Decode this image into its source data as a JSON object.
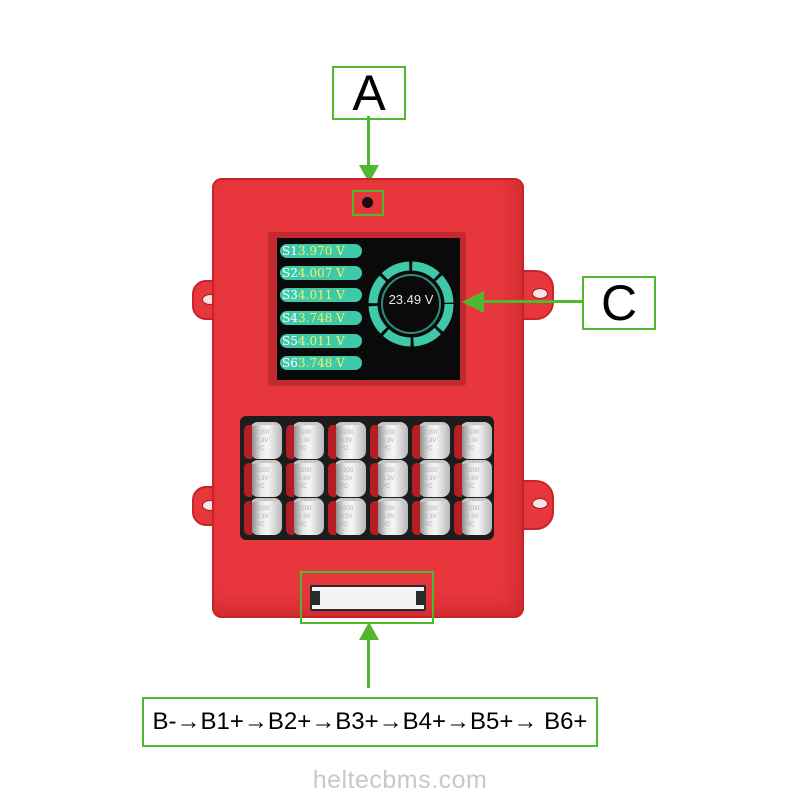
{
  "labels": {
    "a": "A",
    "c": "C",
    "connector_sequence": "B-→B1+→B2+→B3+→B4+→B5+→ B6+"
  },
  "screen": {
    "cells": [
      {
        "name": "S1",
        "voltage": "3.970  V"
      },
      {
        "name": "S2",
        "voltage": "4.007  V"
      },
      {
        "name": "S3",
        "voltage": "4.011  V"
      },
      {
        "name": "S4",
        "voltage": "3.748  V"
      },
      {
        "name": "S5",
        "voltage": "4.011  V"
      },
      {
        "name": "S6",
        "voltage": "3.748  V"
      }
    ],
    "total_voltage": "23.49 V"
  },
  "capacitors": {
    "rows": 3,
    "cols": 6,
    "marking": "2200\n6.3V\nPC"
  },
  "watermark": "heltecbms.com",
  "colors": {
    "housing": "#e8363d",
    "highlight": "#4fb82e",
    "cell_badge": "#3ec9a8",
    "cell_value": "#f3f16b",
    "screen_bg": "#0a0a0a"
  },
  "icons": [
    "arrow-down-icon",
    "arrow-left-icon",
    "arrow-up-icon",
    "voltage-ring-icon"
  ]
}
